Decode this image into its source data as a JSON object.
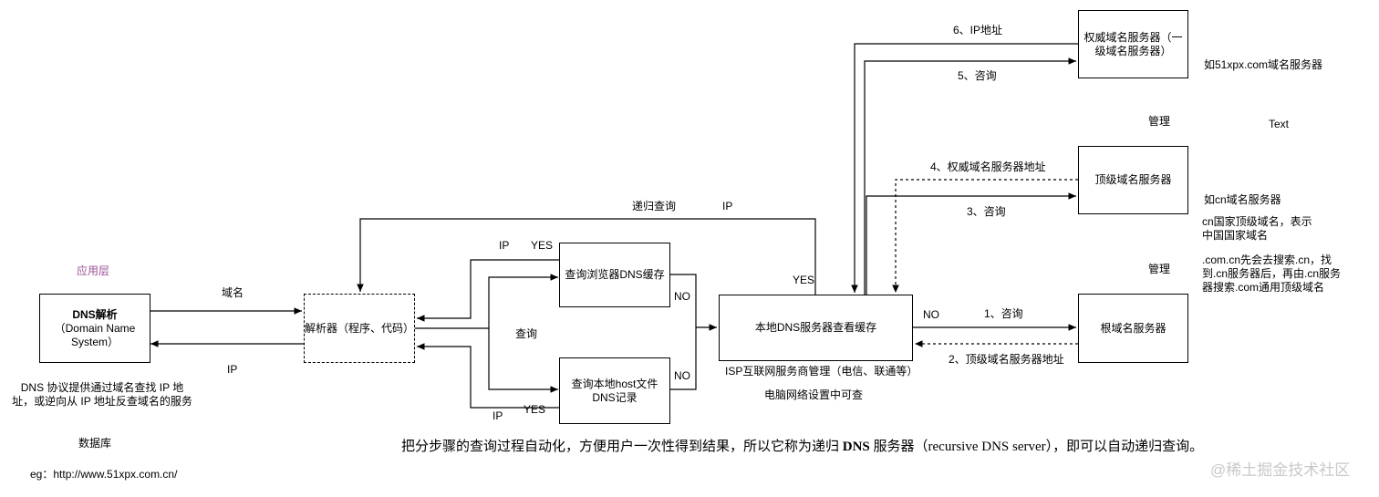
{
  "colors": {
    "stroke": "#000000",
    "accent_label": "#9b4f96",
    "watermark": "#c9c9c9"
  },
  "nodes": {
    "dns": {
      "title": "DNS解析",
      "subtitle": "（Domain Name System）"
    },
    "resolver": "解析器（程序、代码）",
    "browser_cache": "查询浏览器DNS缓存",
    "host_file": "查询本地host文件DNS记录",
    "local_dns": "本地DNS服务器查看缓存",
    "authoritative": "权威域名服务器（一级域名服务器）",
    "tld": "顶级域名服务器",
    "root": "根域名服务器"
  },
  "labels": {
    "app_layer": "应用层",
    "domain": "域名",
    "ip": "IP",
    "dns_desc": "DNS 协议提供通过域名查找 IP 地址，或逆向从 IP 地址反查域名的服务",
    "database": "数据库",
    "example": "eg：http://www.51xpx.com.cn/",
    "query": "查询",
    "yes": "YES",
    "no": "NO",
    "recursive": "递归查询",
    "isp": "ISP互联网服务商管理（电信、联通等）",
    "pc_settings": "电脑网络设置中可查",
    "step1": "1、咨询",
    "step2": "2、顶级域名服务器地址",
    "step3": "3、咨询",
    "step4": "4、权威域名服务器地址",
    "step5": "5、咨询",
    "step6": "6、IP地址",
    "manage": "管理",
    "auth_example": "如51xpx.com域名服务器",
    "text_placeholder": "Text",
    "cn_example": "如cn域名服务器",
    "cn_desc": "cn国家顶级域名，表示中国国家域名",
    "com_cn_desc": ".com.cn先会去搜索.cn，找到.cn服务器后，再由.cn服务器搜索.com通用顶级域名",
    "caption_part1": "把分步骤的查询过程自动化，方便用户一次性得到结果，所以它称为递归 ",
    "caption_bold": "DNS",
    "caption_part2": " 服务器（recursive DNS server），即可以自动递归查询。",
    "watermark": "@稀土掘金技术社区"
  }
}
